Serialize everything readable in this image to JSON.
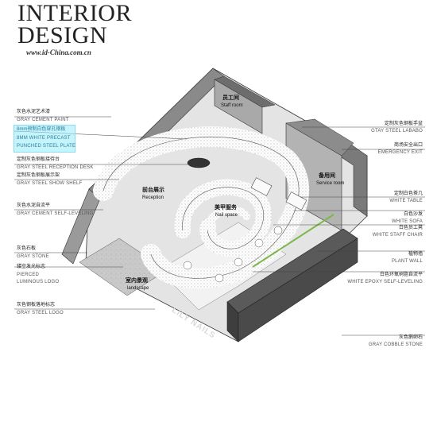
{
  "brand": {
    "line1": "INTERIOR",
    "line2": "DESIGN",
    "url": "www.id-China.com.cn"
  },
  "colors": {
    "highlight": "#96ebfa",
    "highlight_text": "#2a7f9e",
    "wall_dark": "#4a4a4a",
    "floor_gray": "#bdbdbd",
    "plant_green": "#7bb84a"
  },
  "rooms": {
    "staff": {
      "cn": "员工间",
      "en": "Staff room"
    },
    "reception": {
      "cn": "前台展示",
      "en": "Reception"
    },
    "nail": {
      "cn": "美甲服务",
      "en": "Nail space"
    },
    "service": {
      "cn": "备用间",
      "en": "Service room"
    },
    "landscape": {
      "cn": "室内景观",
      "en": "landscape"
    }
  },
  "floor_logo": "LILY NAILS",
  "labels_left": [
    {
      "cn": "灰色水泥艺术漆",
      "en": "GRAY CEMENT PAINT"
    },
    {
      "cn": "8mm预制白色穿孔钢板",
      "en": "8MM WHITE PRECAST",
      "en2": "PUNCHED STEEL PLATE"
    },
    {
      "cn": "定制灰色钢板接待台",
      "en": "GRAY STEEL RECEPTION DESK"
    },
    {
      "cn": "定制灰色钢板展示架",
      "en": "GRAY STEEL SHOW SHELF"
    },
    {
      "cn": "灰色水泥自流平",
      "en": "GRAY CEMENT SELF-LEVELING"
    },
    {
      "cn": "灰色石板",
      "en": "GRAY STONE"
    },
    {
      "cn": "镂空发光标志",
      "en": "PIERCED",
      "en2": "LUMINOUS LOGO"
    },
    {
      "cn": "灰色钢板落地标志",
      "en": "GRAY STEEL LOGO"
    }
  ],
  "labels_right": [
    {
      "cn": "定制灰色钢板手盆",
      "en": "GTAY STEEL LABABO"
    },
    {
      "cn": "商场安全出口",
      "en": "EMERGENCY EXIT"
    },
    {
      "cn": "定制白色茶几",
      "en": "WHITE TABLE"
    },
    {
      "cn": "白色沙发",
      "en": "WHITE SOFA"
    },
    {
      "cn": "白色员工凳",
      "en": "WHITE STAFF CHAIR"
    },
    {
      "cn": "植物墙",
      "en": "PLANT WALL"
    },
    {
      "cn": "白色环氧树脂自流平",
      "en": "WHITE EPOXY SELF-LEVELING"
    },
    {
      "cn": "灰色鹅卵石",
      "en": "GRAY COBBLE STONE"
    }
  ]
}
